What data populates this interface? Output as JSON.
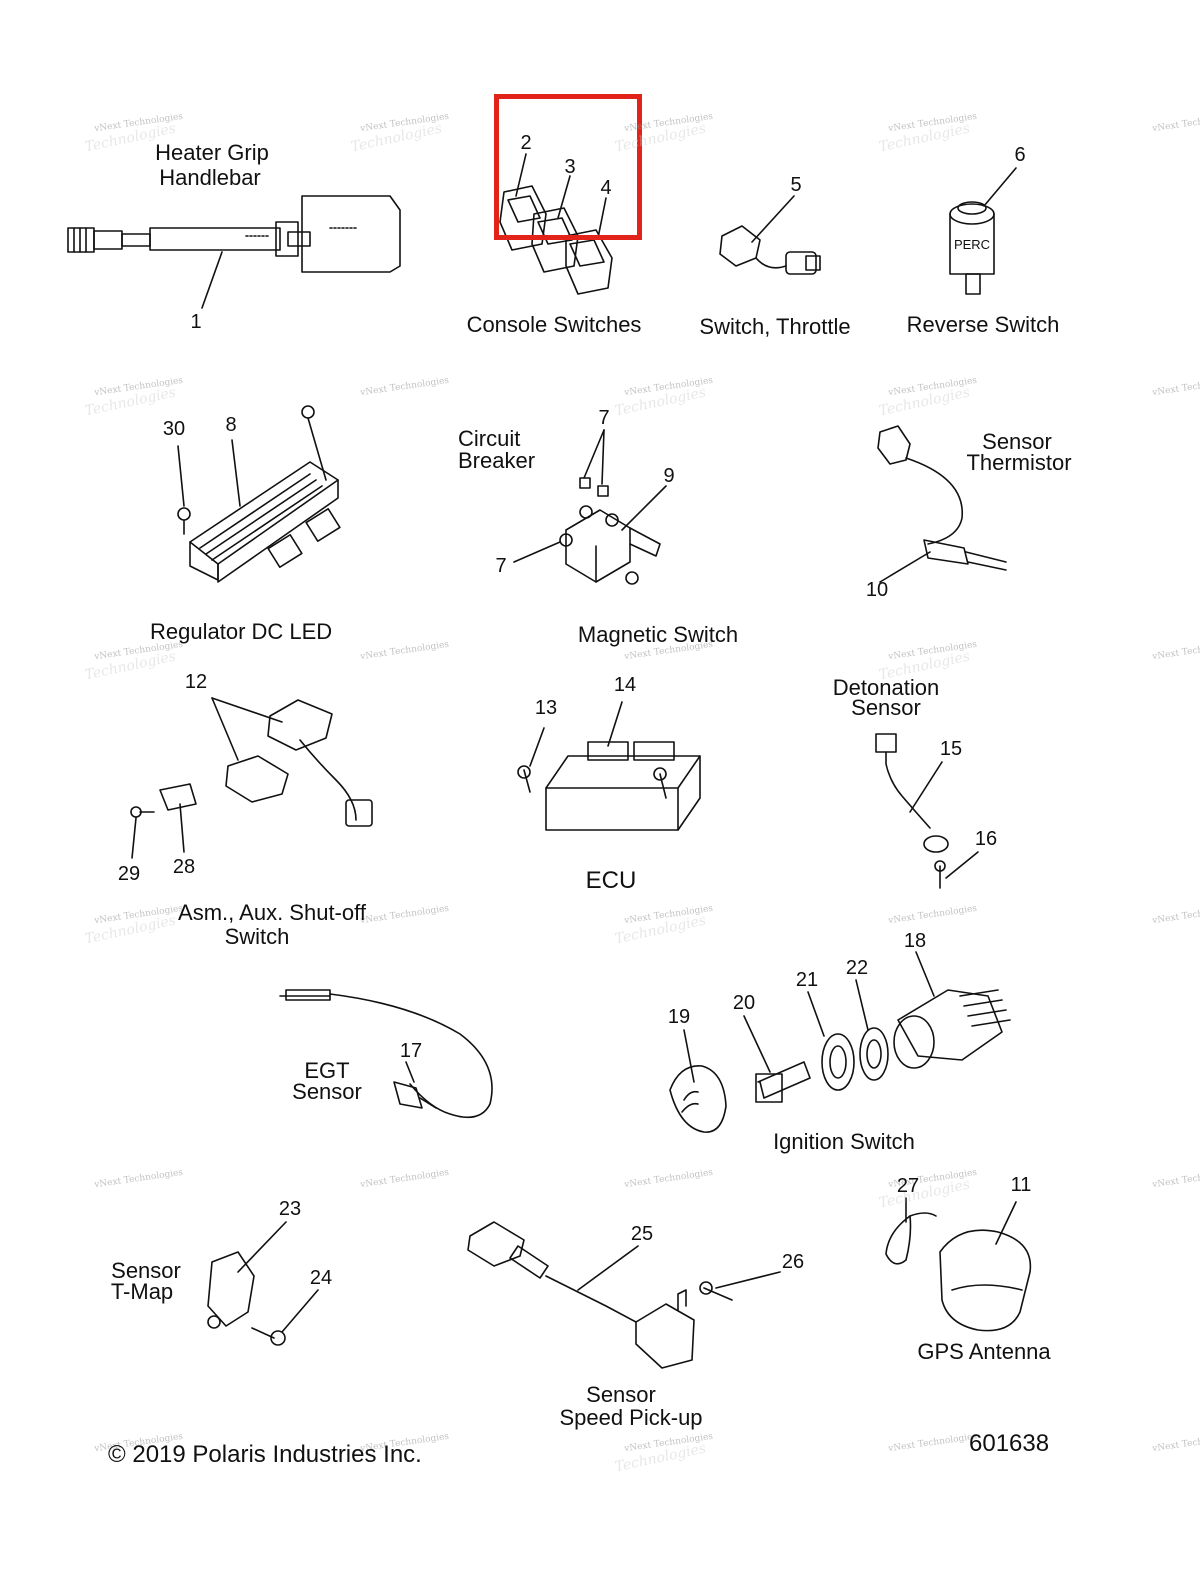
{
  "watermark": {
    "line1": "vNext Technologies",
    "line2": "Technologies"
  },
  "highlight_color": "#e2231a",
  "groups": {
    "heater_grip": [
      "Heater Grip",
      "Handlebar"
    ],
    "console_switches": "Console Switches",
    "switch_throttle": "Switch, Throttle",
    "reverse_switch": "Reverse Switch",
    "reverse_switch_marking": "PERC",
    "regulator": "Regulator DC LED",
    "circuit_breaker": [
      "Circuit",
      "Breaker"
    ],
    "magnetic_switch": "Magnetic Switch",
    "sensor_thermistor": [
      "Sensor",
      "Thermistor"
    ],
    "aux_shutoff": [
      "Asm., Aux. Shut-off",
      "Switch"
    ],
    "ecu": "ECU",
    "detonation_sensor": [
      "Detonation",
      "Sensor"
    ],
    "egt_sensor": [
      "EGT",
      "Sensor"
    ],
    "ignition_switch": "Ignition Switch",
    "sensor_tmap": [
      "Sensor",
      "T-Map"
    ],
    "speed_pickup": [
      "Sensor",
      "Speed Pick-up"
    ],
    "gps_antenna": "GPS Antenna"
  },
  "callouts": {
    "n1": "1",
    "n2": "2",
    "n3": "3",
    "n4": "4",
    "n5": "5",
    "n6": "6",
    "n7a": "7",
    "n7b": "7",
    "n8": "8",
    "n9": "9",
    "n10": "10",
    "n11": "11",
    "n12": "12",
    "n13": "13",
    "n14": "14",
    "n15": "15",
    "n16": "16",
    "n17": "17",
    "n18": "18",
    "n19": "19",
    "n20": "20",
    "n21": "21",
    "n22": "22",
    "n23": "23",
    "n24": "24",
    "n25": "25",
    "n26": "26",
    "n27": "27",
    "n28": "28",
    "n29": "29",
    "n30": "30"
  },
  "footer": {
    "copyright": "© 2019 Polaris Industries Inc.",
    "diagram_id": "601638"
  }
}
